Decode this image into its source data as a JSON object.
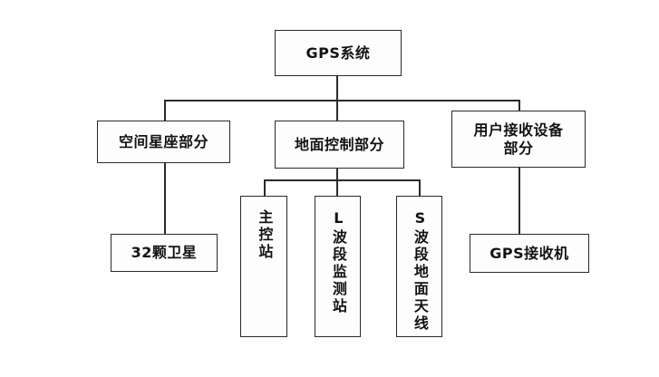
{
  "diagram": {
    "title": "GPS系统",
    "type": "hierarchy-tree",
    "nodes": {
      "root": {
        "label": "GPS系统"
      },
      "space": {
        "label": "空间星座部分"
      },
      "ground": {
        "label": "地面控制部分"
      },
      "user": {
        "label": "用户接收设备\n部分"
      },
      "satellites": {
        "label": "32颗卫星"
      },
      "master_station": {
        "label": "主控站"
      },
      "l_band_monitor": {
        "label": "L波段监测站"
      },
      "s_band_antenna": {
        "label": "S波段地面天线"
      },
      "gps_receiver": {
        "label": "GPS接收机"
      }
    },
    "colors": {
      "background": "#fefefe",
      "box_border": "#2a2a2a",
      "box_fill": "#fdfdfd",
      "text": "#131313",
      "connector": "#2a2a2a"
    }
  }
}
